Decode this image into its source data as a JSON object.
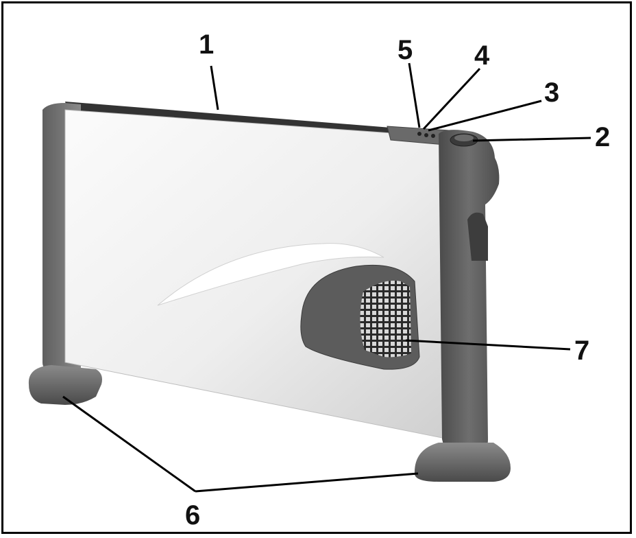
{
  "callouts": {
    "c1": "1",
    "c2": "2",
    "c3": "3",
    "c4": "4",
    "c5": "5",
    "c6": "6",
    "c7": "7"
  },
  "colors": {
    "housing_dark": "#5a5a5a",
    "housing_mid": "#7b7b7b",
    "panel_light": "#ececec",
    "grille": "#2c2c2c",
    "leader": "#000000"
  }
}
